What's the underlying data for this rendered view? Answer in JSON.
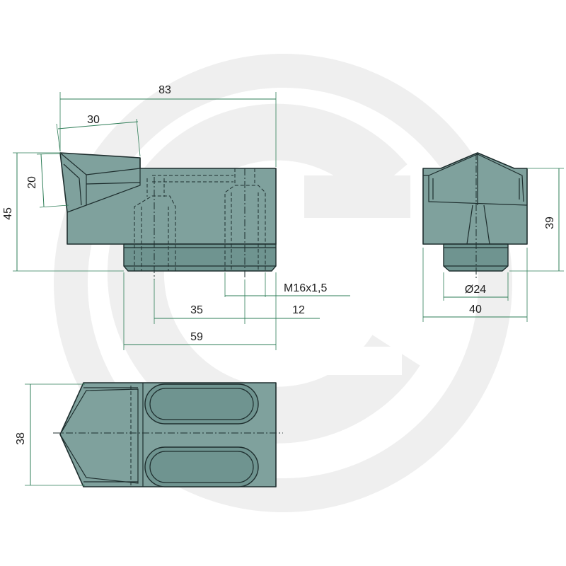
{
  "drawing": {
    "dimensions": {
      "overall_length": "83",
      "tip_length": "30",
      "tip_height": "20",
      "total_height": "45",
      "thread": "M16x1,5",
      "bolt_spacing": "35",
      "bolt_offset": "12",
      "base_length": "59",
      "side_height": "39",
      "boss_diameter": "Ø24",
      "side_width": "40",
      "top_width": "38"
    },
    "colors": {
      "part_fill": "#7fa19d",
      "outline": "#1e2e2e",
      "dimension_lines": "#2e7d57",
      "watermark": "#efefef"
    },
    "watermark_icon": "g-logo-icon"
  }
}
